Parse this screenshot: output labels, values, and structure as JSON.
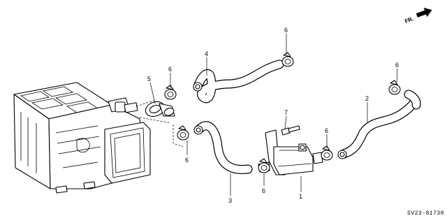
{
  "orientation_label": "FR.",
  "diagram_code": "SV23-81730",
  "callouts": {
    "c1": "1",
    "c2": "2",
    "c3": "3",
    "c4": "4",
    "c5": "5",
    "c6a": "6",
    "c6b": "6",
    "c6c": "6",
    "c6d": "6",
    "c6e": "6",
    "c6f": "6",
    "c7": "7"
  },
  "icons": {
    "front_arrow": "arrow-right-icon"
  }
}
